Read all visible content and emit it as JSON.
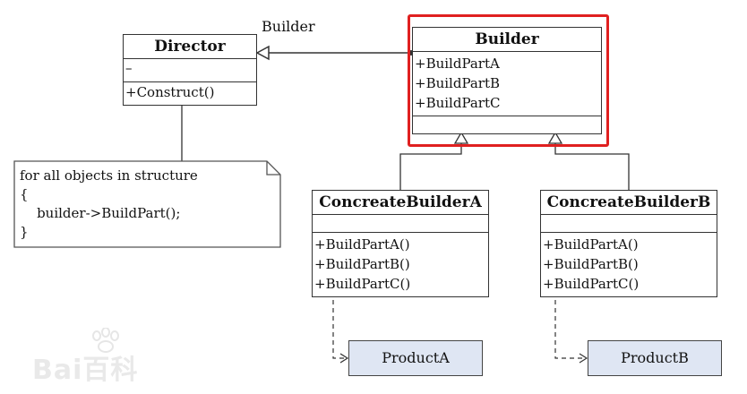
{
  "diagram": {
    "association_label": "Builder",
    "director": {
      "name": "Director",
      "attributes": [
        "–"
      ],
      "operations": [
        "+Construct()"
      ]
    },
    "builder": {
      "name": "Builder",
      "attributes": [],
      "operations": [
        "+BuildPartA",
        "+BuildPartB",
        "+BuildPartC"
      ]
    },
    "concrete_builder_a": {
      "name": "ConcreateBuilderA",
      "attributes": [],
      "operations": [
        "+BuildPartA()",
        "+BuildPartB()",
        "+BuildPartC()"
      ]
    },
    "concrete_builder_b": {
      "name": "ConcreateBuilderB",
      "attributes": [],
      "operations": [
        "+BuildPartA()",
        "+BuildPartB()",
        "+BuildPartC()"
      ]
    },
    "note": {
      "lines": [
        "for all objects in structure",
        "{",
        "    builder->BuildPart();",
        "}"
      ]
    },
    "product_a": "ProductA",
    "product_b": "ProductB",
    "highlight_color": "#e02020",
    "product_fill": "#dfe6f3"
  },
  "watermark": {
    "text": "Bai百科",
    "icon": "paw-icon"
  }
}
